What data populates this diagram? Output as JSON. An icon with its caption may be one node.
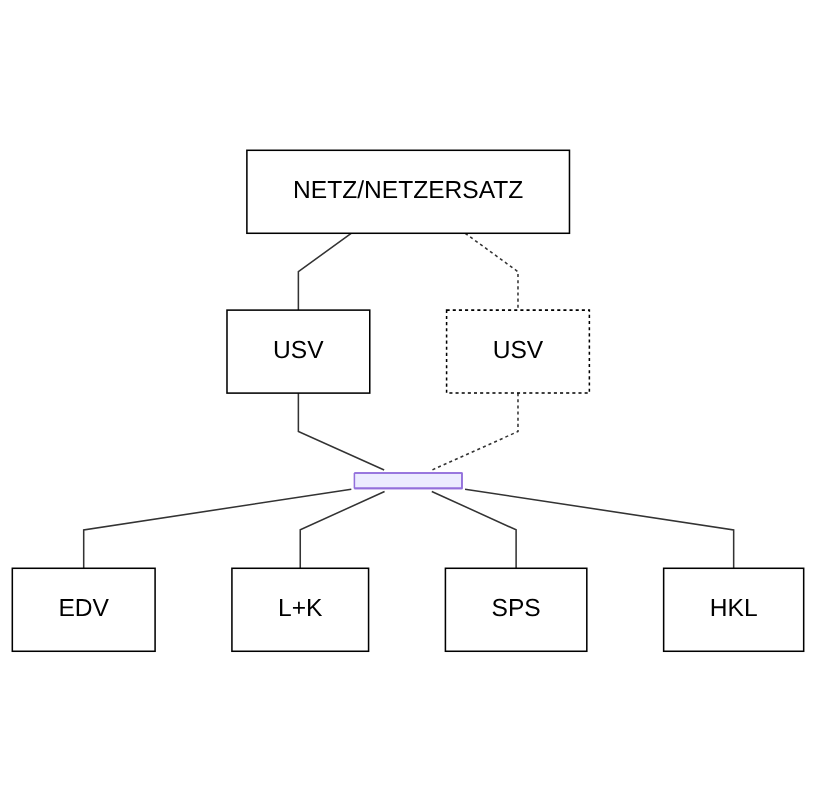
{
  "diagram": {
    "nodes": [
      {
        "text": [
          "NETZ/NETZERSATZ"
        ]
      },
      {
        "text": [
          "USV"
        ]
      },
      {
        "text": [
          "USV"
        ]
      },
      {
        "text": [],
        "shape": "bar"
      },
      {
        "text": [
          "EDV"
        ]
      },
      {
        "text": [
          "L+K"
        ]
      },
      {
        "text": [
          "SPS"
        ]
      },
      {
        "text": [
          "HKL"
        ]
      }
    ],
    "edges": [
      {
        "from": 0,
        "to": 1,
        "arrow": "none"
      },
      {
        "from": 0,
        "to": 2,
        "arrow": "none",
        "style": "dashed"
      },
      {
        "from": 1,
        "to": 3,
        "arrow": "none"
      },
      {
        "from": 2,
        "to": 3,
        "arrow": "none",
        "style": "dashed"
      },
      {
        "from": 3,
        "to": 4,
        "arrow": "none"
      },
      {
        "from": 3,
        "to": 5,
        "arrow": "none"
      },
      {
        "from": 3,
        "to": 6,
        "arrow": "none"
      },
      {
        "from": 3,
        "to": 7,
        "arrow": "none"
      }
    ]
  }
}
